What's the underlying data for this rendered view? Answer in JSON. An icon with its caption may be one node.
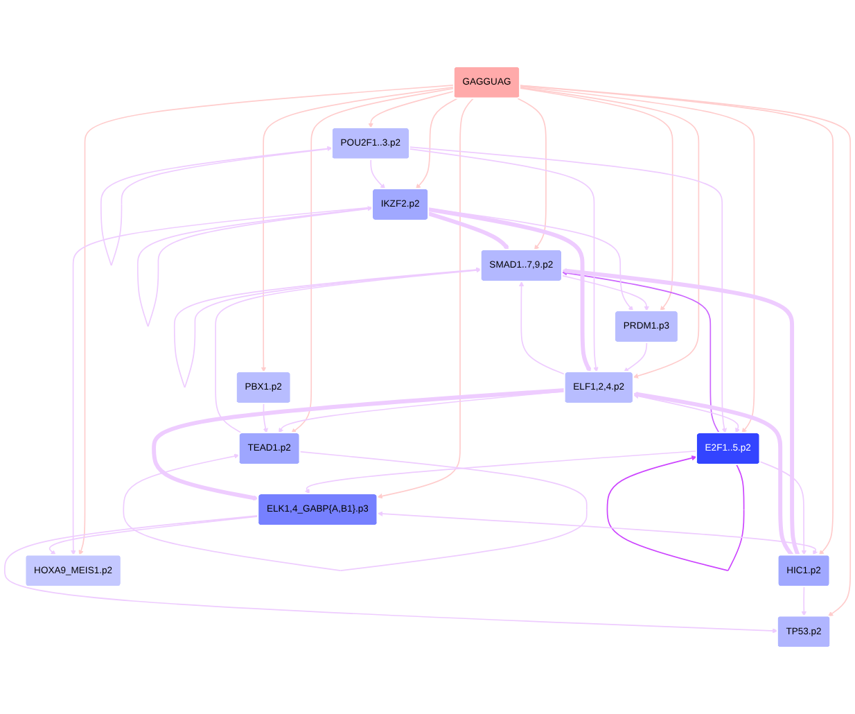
{
  "diagram": {
    "nodes": [
      {
        "text": [
          "GAGGUAG"
        ]
      },
      {
        "text": [
          "SMAD1..7,9.p2"
        ]
      },
      {
        "text": [
          "TEAD1.p2"
        ]
      },
      {
        "text": [
          "PRDM1.p3"
        ]
      },
      {
        "text": [
          "ELF1,2,4.p2"
        ]
      },
      {
        "text": [
          "ELK1,4_GABP{A,B1}.p3"
        ]
      },
      {
        "text": [
          "E2F1..5.p2"
        ]
      },
      {
        "text": [
          "HIC1.p2"
        ]
      },
      {
        "text": [
          "PBX1.p2"
        ]
      },
      {
        "text": [
          "IKZF2.p2"
        ]
      },
      {
        "text": [
          "POU2F1..3.p2"
        ]
      },
      {
        "text": [
          "HOXA9_MEIS1.p2"
        ]
      },
      {
        "text": [
          "TP53.p2"
        ]
      }
    ],
    "edges": [
      {
        "from": 0,
        "to": 1,
        "arrow": "to",
        "color": "#ffcccc"
      },
      {
        "from": 0,
        "to": 2,
        "arrow": "to",
        "color": "#ffcccc"
      },
      {
        "from": 0,
        "to": 3,
        "arrow": "to",
        "color": "#ffcccc"
      },
      {
        "from": 0,
        "to": 4,
        "arrow": "to",
        "color": "#ffcccc"
      },
      {
        "from": 0,
        "to": 5,
        "arrow": "to",
        "color": "#ffcccc"
      },
      {
        "from": 0,
        "to": 6,
        "arrow": "to",
        "color": "#ffcccc"
      },
      {
        "from": 0,
        "to": 7,
        "arrow": "to",
        "color": "#ffcccc"
      },
      {
        "from": 0,
        "to": 8,
        "arrow": "to",
        "color": "#ffcccc"
      },
      {
        "from": 0,
        "to": 9,
        "arrow": "to",
        "color": "#ffcccc"
      },
      {
        "from": 0,
        "to": 10,
        "arrow": "to",
        "color": "#ffcccc"
      },
      {
        "from": 0,
        "to": 11,
        "arrow": "to",
        "color": "#ffcccc"
      },
      {
        "from": 0,
        "to": 12,
        "arrow": "to",
        "color": "#ffcccc"
      },
      {
        "from": 1,
        "to": 1,
        "arrow": "to",
        "color": "#eeccff"
      },
      {
        "from": 2,
        "to": 1,
        "arrow": "to",
        "color": "#eeccff"
      },
      {
        "from": 2,
        "to": 2,
        "arrow": "to",
        "color": "#eeccff"
      },
      {
        "from": 1,
        "to": 3,
        "arrow": "to",
        "color": "#eeccff"
      },
      {
        "from": 4,
        "to": 1,
        "arrow": "to",
        "color": "#eeccff"
      },
      {
        "from": 4,
        "to": 2,
        "arrow": "to",
        "color": "#eeccff"
      },
      {
        "from": 3,
        "to": 4,
        "arrow": "to",
        "color": "#eeccff"
      },
      {
        "from": 6,
        "to": 1,
        "arrow": "to",
        "color": "#cc66ff"
      },
      {
        "from": 6,
        "to": 6,
        "arrow": "to",
        "color": "#cc44ff"
      },
      {
        "from": 4,
        "to": 6,
        "arrow": "both",
        "color": "#eeccff"
      },
      {
        "from": 10,
        "to": 6,
        "arrow": "to",
        "color": "#eeccff"
      },
      {
        "from": 10,
        "to": 4,
        "arrow": "to",
        "color": "#eeccff"
      },
      {
        "from": 8,
        "to": 2,
        "arrow": "to",
        "color": "#eeccff"
      },
      {
        "from": 6,
        "to": 5,
        "arrow": "to",
        "color": "#eeccff"
      },
      {
        "from": 4,
        "to": 5,
        "arrow": "to",
        "style": "thick",
        "color": "#eeccff"
      },
      {
        "from": 5,
        "to": 7,
        "arrow": "both",
        "color": "#eeccff"
      },
      {
        "from": 7,
        "to": 1,
        "arrow": "to",
        "style": "thick",
        "color": "#eeccff"
      },
      {
        "from": 7,
        "to": 4,
        "arrow": "to",
        "style": "thick",
        "color": "#eeccff"
      },
      {
        "from": 7,
        "to": 12,
        "arrow": "to",
        "color": "#eeccff"
      },
      {
        "from": 9,
        "to": 1,
        "arrow": "to",
        "style": "thick",
        "color": "#eeccff"
      },
      {
        "from": 9,
        "to": 4,
        "arrow": "to",
        "style": "thick",
        "color": "#eeccff"
      },
      {
        "from": 9,
        "to": 9,
        "arrow": "to",
        "color": "#eeccff"
      },
      {
        "from": 9,
        "to": 11,
        "arrow": "to",
        "color": "#eeccff"
      },
      {
        "from": 10,
        "to": 9,
        "arrow": "to",
        "color": "#eeccff"
      },
      {
        "from": 10,
        "to": 10,
        "arrow": "to",
        "color": "#eeccff"
      },
      {
        "from": 5,
        "to": 11,
        "arrow": "to",
        "color": "#eeccff"
      },
      {
        "from": 5,
        "to": 12,
        "arrow": "to",
        "color": "#eeccff"
      },
      {
        "from": 9,
        "to": 3,
        "arrow": "to",
        "color": "#eeccff"
      },
      {
        "from": 6,
        "to": 7,
        "arrow": "to",
        "color": "#eeccff"
      }
    ]
  }
}
